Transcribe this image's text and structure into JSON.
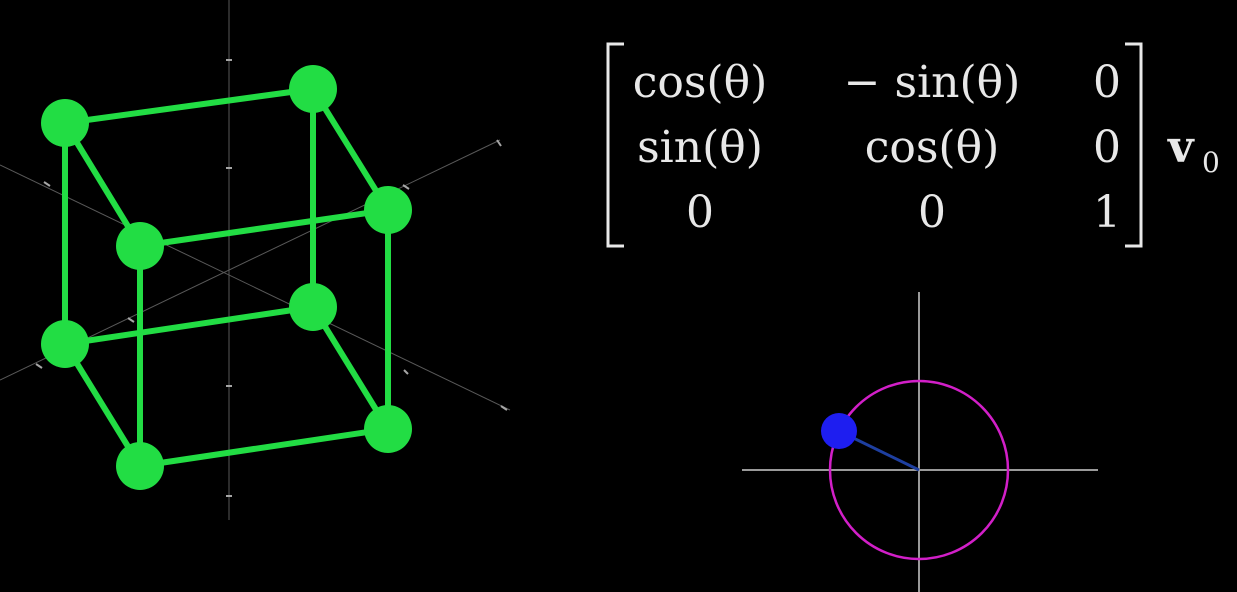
{
  "matrix": {
    "rows": [
      [
        "cos(θ)",
        "− sin(θ)",
        "0"
      ],
      [
        "sin(θ)",
        "cos(θ)",
        "0"
      ],
      [
        "0",
        "0",
        "1"
      ]
    ],
    "vector_symbol": "v",
    "vector_subscript": "0"
  },
  "rotation": {
    "angle_deg": 154
  },
  "colors": {
    "background": "#000000",
    "cube": "#22dd44",
    "circle": "#d21fc8",
    "point": "#1e1ef0",
    "radius_line": "#1e3fa0",
    "axes": "#9a9a9a",
    "text": "#e8e8e8"
  }
}
